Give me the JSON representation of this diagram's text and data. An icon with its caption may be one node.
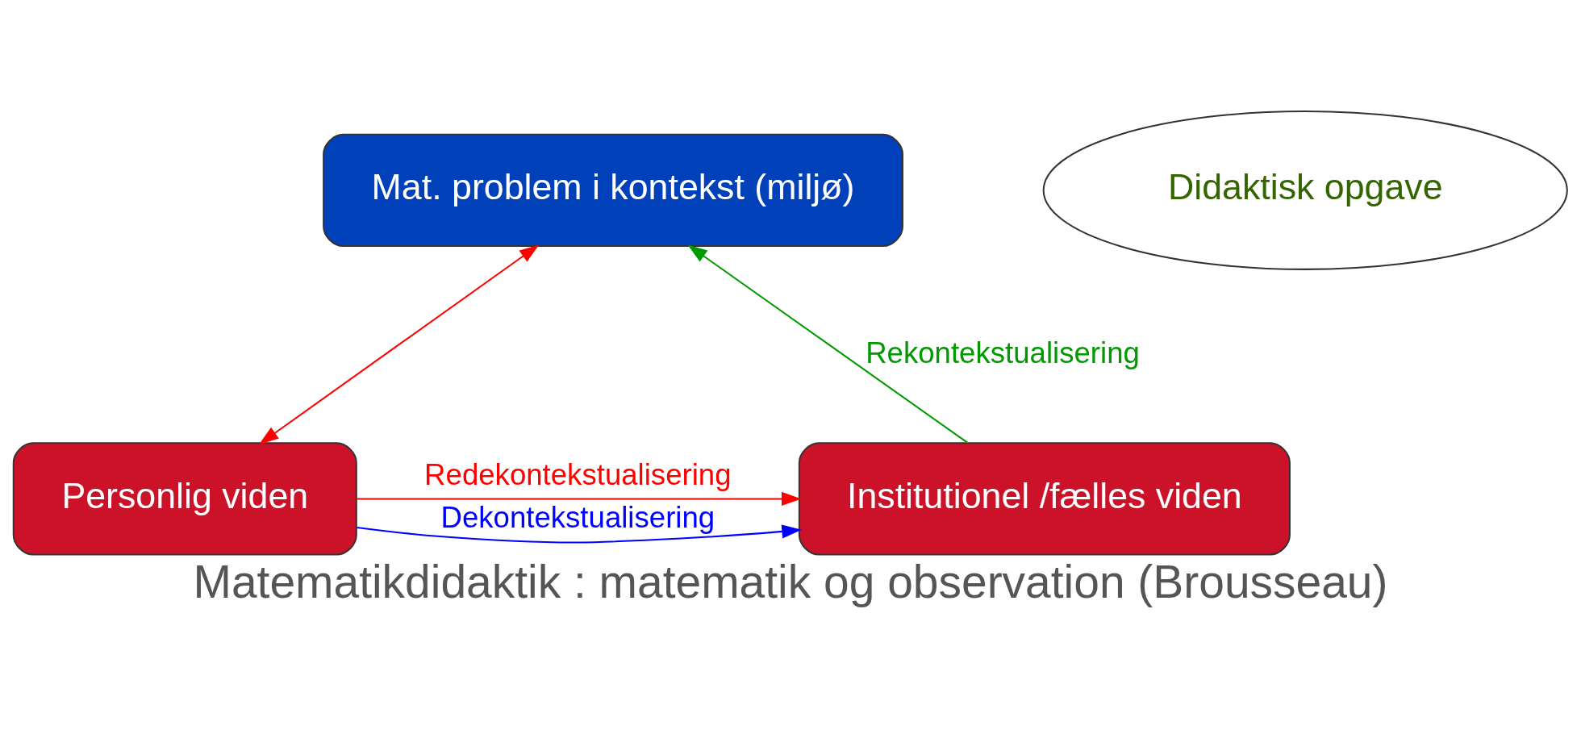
{
  "diagram": {
    "caption": "Matematikdidaktik : matematik og observation (Brousseau)",
    "nodes": [
      {
        "text": [
          "Mat. problem i kontekst (miljø)"
        ]
      },
      {
        "text": [
          "Personlig viden"
        ]
      },
      {
        "text": [
          "Institutionel /fælles viden"
        ]
      },
      {
        "text": [
          "Didaktisk opgave"
        ]
      }
    ],
    "edges": [
      {
        "from": 0,
        "to": 1,
        "arrow": "both",
        "color": "#ff0000"
      },
      {
        "from": 1,
        "to": 2,
        "arrow": "to",
        "label": "Dekontekstualisering",
        "color": "#0000ff"
      },
      {
        "from": 1,
        "to": 2,
        "arrow": "to",
        "label": "Redekontekstualisering",
        "color": "#ff0000"
      },
      {
        "from": 2,
        "to": 0,
        "arrow": "to",
        "label": "Rekontekstualisering",
        "color": "#009900"
      }
    ]
  }
}
